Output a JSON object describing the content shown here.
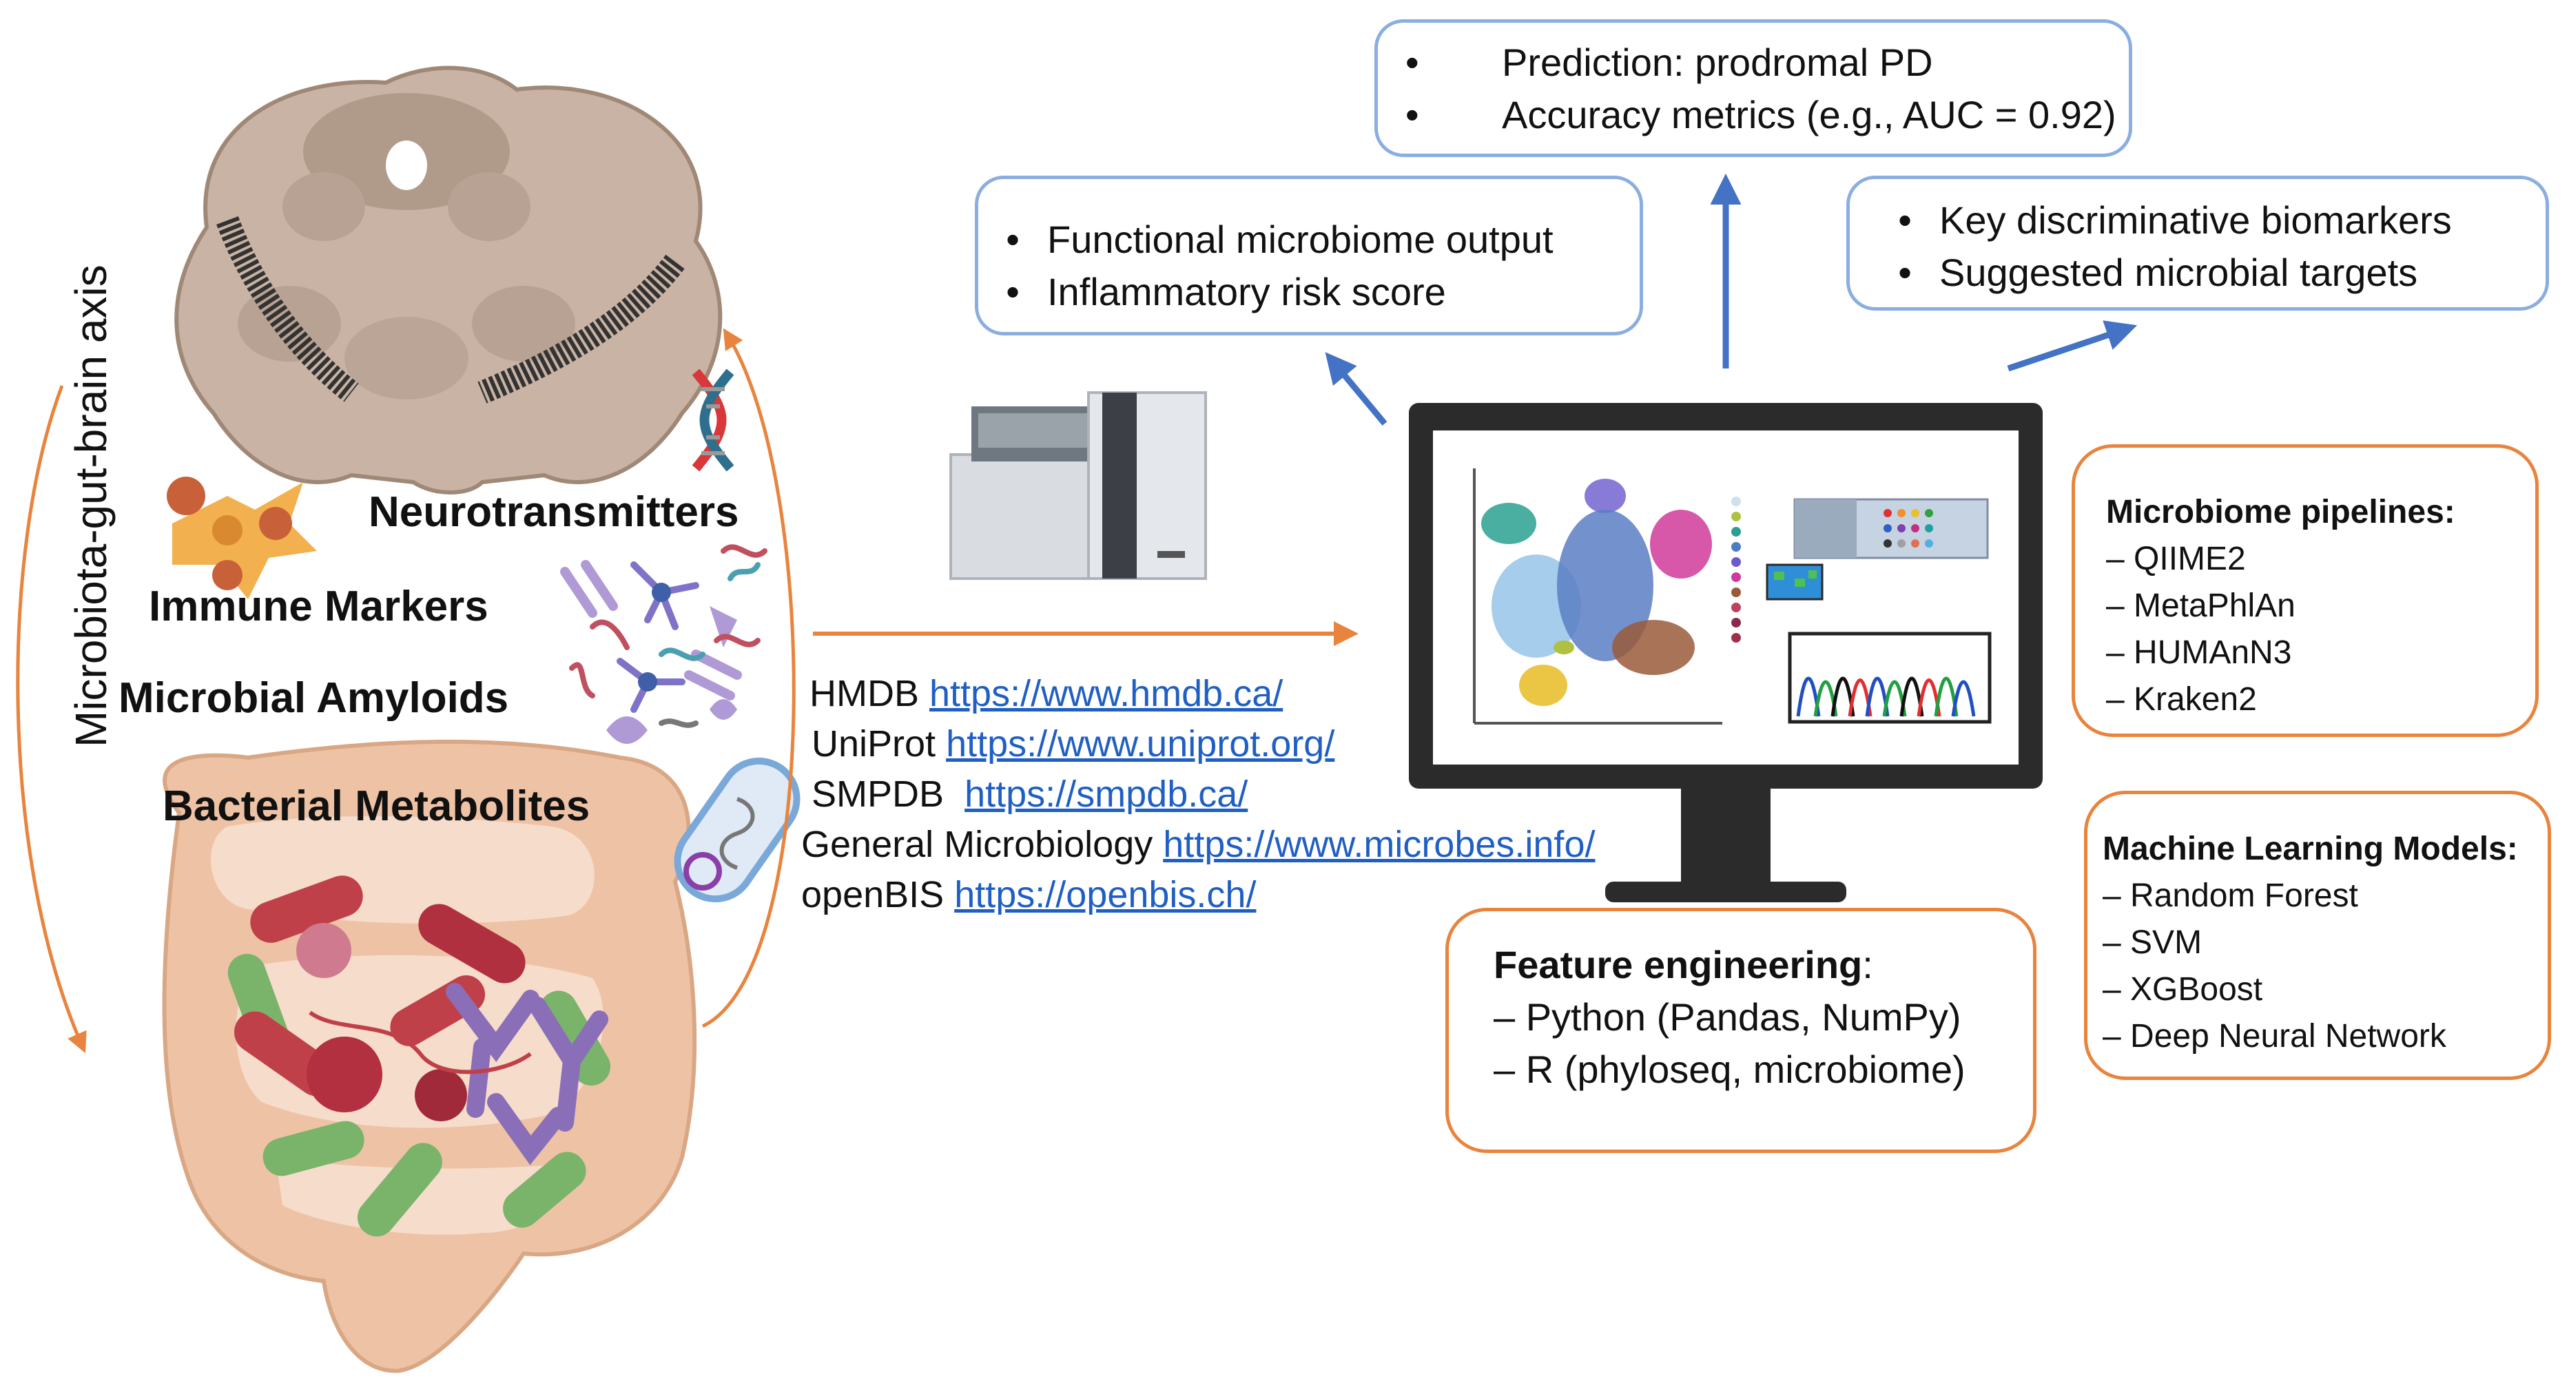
{
  "axis_label": "Microbiota-gut-brain axis",
  "labels": {
    "neurotransmitters": "Neurotransmitters",
    "immune_markers": "Immune Markers",
    "microbial_amyloids": "Microbial Amyloids",
    "bacterial_metabolites": "Bacterial Metabolites"
  },
  "databases": [
    {
      "name": "HMDB",
      "url": "https://www.hmdb.ca/"
    },
    {
      "name": "UniProt",
      "url": "https://www.uniprot.org/"
    },
    {
      "name": "SMPDB",
      "url": "https://smpdb.ca/"
    },
    {
      "name": "General Microbiology",
      "url": "https://www.microbes.info/"
    },
    {
      "name": "openBIS",
      "url": "https://openbis.ch/"
    }
  ],
  "output_top": [
    "Prediction: prodromal PD",
    "Accuracy metrics (e.g., AUC = 0.92)"
  ],
  "output_left": [
    "Functional microbiome output",
    "Inflammatory risk score"
  ],
  "output_right": [
    "Key discriminative biomarkers",
    "Suggested microbial targets"
  ],
  "pipelines": {
    "title": "Microbiome pipelines",
    "items": [
      "– QIIME2",
      "– MetaPhlAn",
      "– HUMAnN3",
      "– Kraken2"
    ]
  },
  "ml_models": {
    "title": "Machine Learning Models",
    "items": [
      "– Random Forest",
      "– SVM",
      "– XGBoost",
      "– Deep Neural Network"
    ]
  },
  "feature_engineering": {
    "title": "Feature engineering",
    "items": [
      "– Python (Pandas, NumPy)",
      "– R (phyloseq, microbiome)"
    ]
  },
  "colors": {
    "arrow_orange": "#e8843e",
    "arrow_blue": "#4472c4",
    "box_blue": "#8aaee0",
    "link_blue": "#1f5fc4",
    "monitor": "#2b2b2b"
  }
}
